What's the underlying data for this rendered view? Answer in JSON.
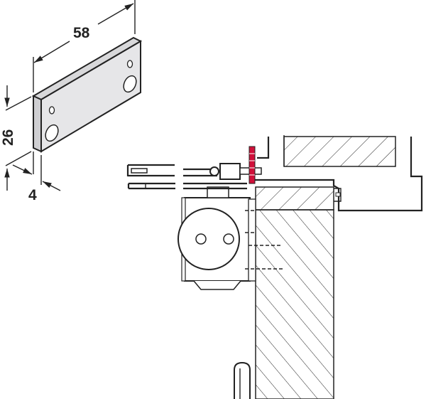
{
  "dimensions": {
    "length": "58",
    "height": "26",
    "thickness": "4"
  },
  "colors": {
    "plate_fill": "#e6e6e8",
    "bracket_accent": "#d0103a",
    "line": "#222222"
  }
}
